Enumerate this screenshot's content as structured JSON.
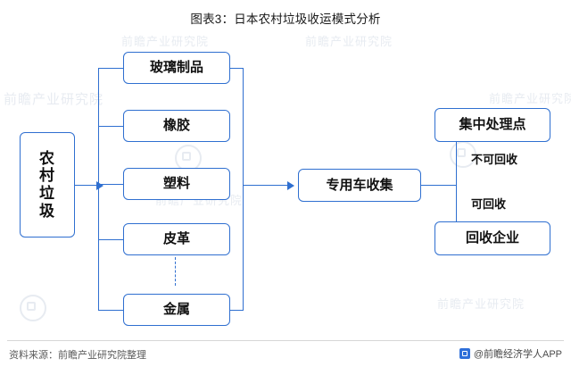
{
  "title": "图表3：日本农村垃圾收运模式分析",
  "footer": {
    "source": "资料来源：前瞻产业研究院整理",
    "brand": "@前瞻经济学人APP"
  },
  "watermarks": [
    "前瞻产业研究院",
    "前瞻产业研究院",
    "前瞻产业研究院",
    "前瞻产业研究院",
    "前瞻产业研究院",
    "前瞻产业研究院"
  ],
  "diagram": {
    "nodes": [
      {
        "id": "source",
        "label": "农村垃圾",
        "lines": [
          "农",
          "村",
          "垃",
          "圾"
        ]
      },
      {
        "id": "glass",
        "label": "玻璃制品"
      },
      {
        "id": "rubber",
        "label": "橡胶"
      },
      {
        "id": "plastic",
        "label": "塑料"
      },
      {
        "id": "leather",
        "label": "皮革"
      },
      {
        "id": "metal",
        "label": "金属"
      },
      {
        "id": "collect",
        "label": "专用车收集"
      },
      {
        "id": "center",
        "label": "集中处理点"
      },
      {
        "id": "recycler",
        "label": "回收企业"
      }
    ],
    "edge_labels": [
      {
        "id": "non-recyclable",
        "text": "不可回收"
      },
      {
        "id": "recyclable",
        "text": "可回收"
      }
    ]
  }
}
